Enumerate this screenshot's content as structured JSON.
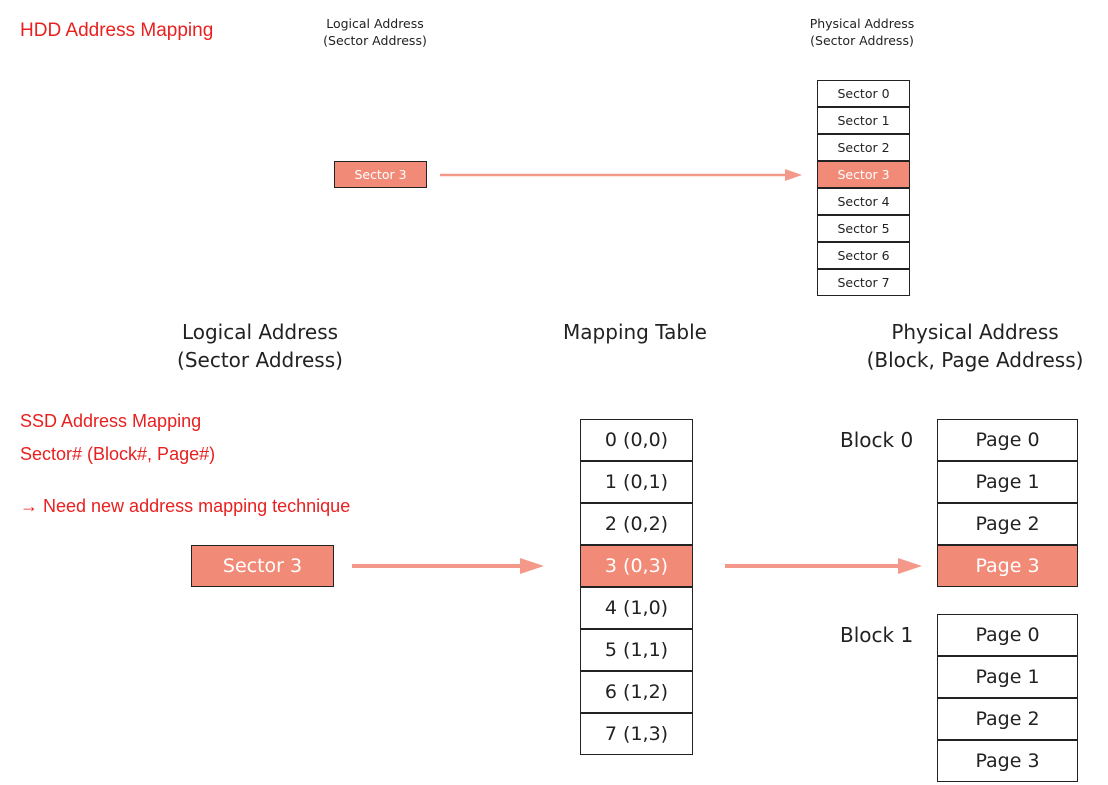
{
  "hdd": {
    "title": "HDD Address Mapping",
    "logical_header": [
      "Logical Address",
      "(Sector Address)"
    ],
    "physical_header": [
      "Physical Address",
      "(Sector Address)"
    ],
    "source_sector": "Sector 3",
    "sectors": [
      "Sector 0",
      "Sector 1",
      "Sector 2",
      "Sector 3",
      "Sector 4",
      "Sector 5",
      "Sector 6",
      "Sector 7"
    ],
    "highlight_index": 3
  },
  "ssd": {
    "logical_header": [
      "Logical Address",
      "(Sector Address)"
    ],
    "mapping_header": "Mapping Table",
    "physical_header": [
      "Physical Address",
      "(Block, Page Address)"
    ],
    "title": "SSD Address Mapping",
    "subtitle": "Sector# (Block#, Page#)",
    "note": "→ Need new address mapping technique",
    "source_sector": "Sector 3",
    "mapping_rows": [
      "0 (0,0)",
      "1 (0,1)",
      "2 (0,2)",
      "3 (0,3)",
      "4 (1,0)",
      "5 (1,1)",
      "6 (1,2)",
      "7 (1,3)"
    ],
    "mapping_highlight_index": 3,
    "blocks": [
      {
        "label": "Block 0",
        "pages": [
          "Page 0",
          "Page 1",
          "Page 2",
          "Page 3"
        ],
        "highlight_index": 3
      },
      {
        "label": "Block 1",
        "pages": [
          "Page 0",
          "Page 1",
          "Page 2",
          "Page 3"
        ],
        "highlight_index": -1
      }
    ]
  },
  "colors": {
    "accent_text": "#e8201f",
    "highlight_fill": "#f28a78",
    "arrow": "#f4998a"
  }
}
